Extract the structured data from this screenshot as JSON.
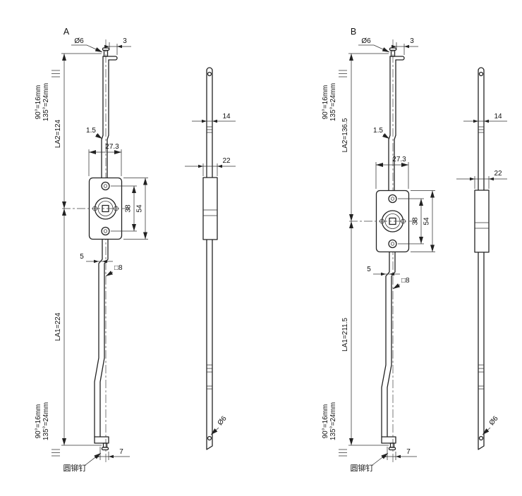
{
  "drawing": {
    "background": "#ffffff",
    "line_color": "#222222"
  },
  "variants": [
    {
      "label": "A",
      "front": {
        "pin_diameter": "Ø6",
        "pin_length": "3",
        "travel_top_1": "90°=16mm",
        "travel_top_2": "135°=24mm",
        "la2": "LA2=124",
        "thickness": "1.5",
        "body_width": "27.3",
        "hole_spacing": "38",
        "body_height": "54",
        "rod_offset": "5",
        "square_rod": "□8",
        "la1": "LA1=224",
        "travel_bottom_1": "90°=16mm",
        "travel_bottom_2": "135°=24mm",
        "bottom_pin_length": "7",
        "rivet_label": "圆铆钉"
      },
      "side": {
        "bar_width": "14",
        "guide_width": "22",
        "hole_diameter": "Ø6"
      }
    },
    {
      "label": "B",
      "front": {
        "pin_diameter": "Ø6",
        "pin_length": "3",
        "travel_top_1": "90°=16mm",
        "travel_top_2": "135°=24mm",
        "la2": "LA2=136.5",
        "thickness": "1.5",
        "body_width": "27.3",
        "hole_spacing": "38",
        "body_height": "54",
        "rod_offset": "5",
        "square_rod": "□8",
        "la1": "LA1=211.5",
        "travel_bottom_1": "90°=16mm",
        "travel_bottom_2": "135°=24mm",
        "bottom_pin_length": "7",
        "rivet_label": "圆铆钉"
      },
      "side": {
        "bar_width": "14",
        "guide_width": "22",
        "hole_diameter": "Ø6"
      }
    }
  ]
}
